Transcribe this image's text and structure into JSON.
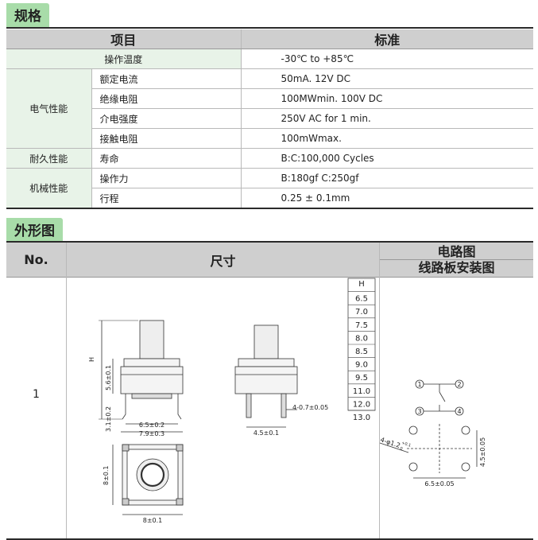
{
  "sections": {
    "specs": "规格",
    "outline": "外形图"
  },
  "spec_table": {
    "headers": {
      "item": "项目",
      "standard": "标准"
    },
    "op_temp": {
      "label": "操作温度",
      "value": "-30℃ to +85℃"
    },
    "groups": {
      "electrical": "电气性能",
      "durability": "耐久性能",
      "mechanical": "机械性能"
    },
    "rows": [
      {
        "item": "额定电流",
        "value": "50mA. 12V DC"
      },
      {
        "item": "绝缘电阻",
        "value": "100MWmin. 100V DC"
      },
      {
        "item": "介电强度",
        "value": "250V AC for 1 min."
      },
      {
        "item": "接触电阻",
        "value": "100mWmax."
      },
      {
        "item": "寿命",
        "value": "B:C:100,000 Cycles"
      },
      {
        "item": "操作力",
        "value": "B:180gf  C:250gf"
      },
      {
        "item": "行程",
        "value": "0.25 ± 0.1mm"
      }
    ]
  },
  "outline_table": {
    "headers": {
      "no": "No.",
      "size": "尺寸",
      "circuit": "电路图",
      "pcb": "线路板安装图"
    },
    "row_no": "1"
  },
  "drawing": {
    "h_header": "H",
    "h_values": [
      "6.5",
      "7.0",
      "7.5",
      "8.0",
      "8.5",
      "9.0",
      "9.5",
      "11.0",
      "12.0",
      "13.0"
    ],
    "dims": {
      "h": "H",
      "body_h": "5.6±0.1",
      "pin_h": "3.1±0.2",
      "pin_span": "6.5±0.2",
      "width": "7.9±0.3",
      "pin_w": "4-0.7±0.05",
      "side_w": "4.5±0.1",
      "top_h": "8±0.1",
      "top_w": "8±0.1"
    },
    "circuit_pins": [
      "1",
      "2",
      "3",
      "4"
    ],
    "pcb": {
      "holes": "4-φ1.2",
      "tol_plus": "+0.1",
      "tol_minus": "0",
      "hole_h": "4.5±0.05",
      "hole_w": "6.5±0.05"
    }
  }
}
